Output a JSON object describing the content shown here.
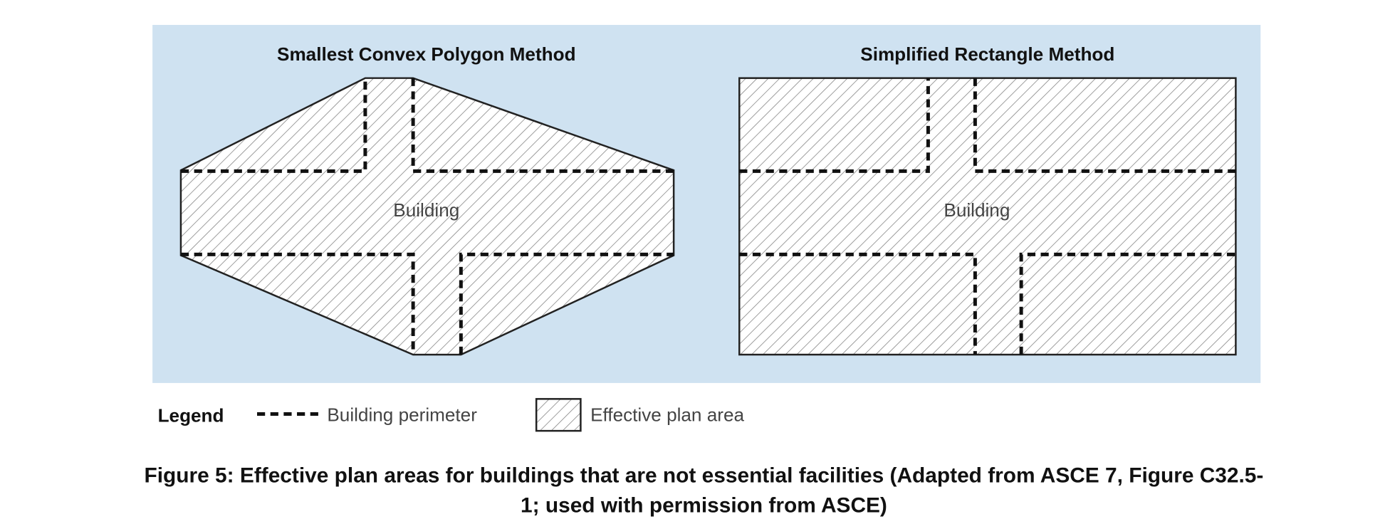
{
  "panels": {
    "left": {
      "title": "Smallest Convex Polygon Method",
      "label": "Building"
    },
    "right": {
      "title": "Simplified Rectangle Method",
      "label": "Building"
    }
  },
  "legend": {
    "title": "Legend",
    "perimeter": "Building perimeter",
    "area": "Effective plan area"
  },
  "caption": {
    "line1": "Figure 5: Effective plan areas for buildings that are not essential facilities (Adapted from ASCE 7, Figure C32.5-",
    "line2": "1; used with permission from ASCE)"
  },
  "colors": {
    "panel_bg": "#cfe2f1",
    "hatch": "#777777"
  }
}
